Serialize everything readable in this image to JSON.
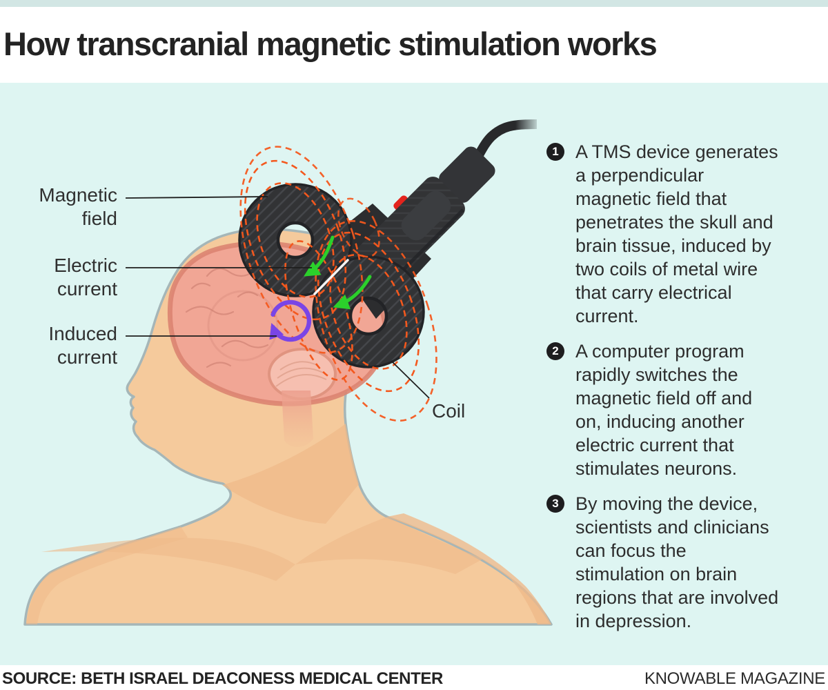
{
  "header": {
    "title": "How transcranial magnetic stimulation works"
  },
  "diagram": {
    "labels": {
      "magnetic_field": "Magnetic\nfield",
      "electric_current": "Electric\ncurrent",
      "induced_current": "Induced\ncurrent",
      "coil": "Coil"
    }
  },
  "steps": [
    {
      "number": "1",
      "text": "A TMS device generates\na perpendicular\nmagnetic field that\npenetrates the skull and\nbrain tissue, induced by\ntwo coils of metal wire\nthat carry electrical\ncurrent."
    },
    {
      "number": "2",
      "text": "A computer program\nrapidly switches the\nmagnetic field off and\non, inducing another\nelectric current that\nstimulates neurons."
    },
    {
      "number": "3",
      "text": "By moving the device,\nscientists and clinicians\ncan focus the\nstimulation on brain\nregions that are involved\nin depression."
    }
  ],
  "footer": {
    "source": "SOURCE: BETH ISRAEL DEACONESS MEDICAL CENTER",
    "credit": "KNOWABLE MAGAZINE"
  },
  "colors": {
    "background": "#def5f2",
    "field_line_orange": "#f4581d",
    "current_green": "#2bd02b",
    "induced_purple": "#7a45e6",
    "skin": "#f5ca9c",
    "brain": "#f1a695",
    "coil_dark": "#323335"
  }
}
